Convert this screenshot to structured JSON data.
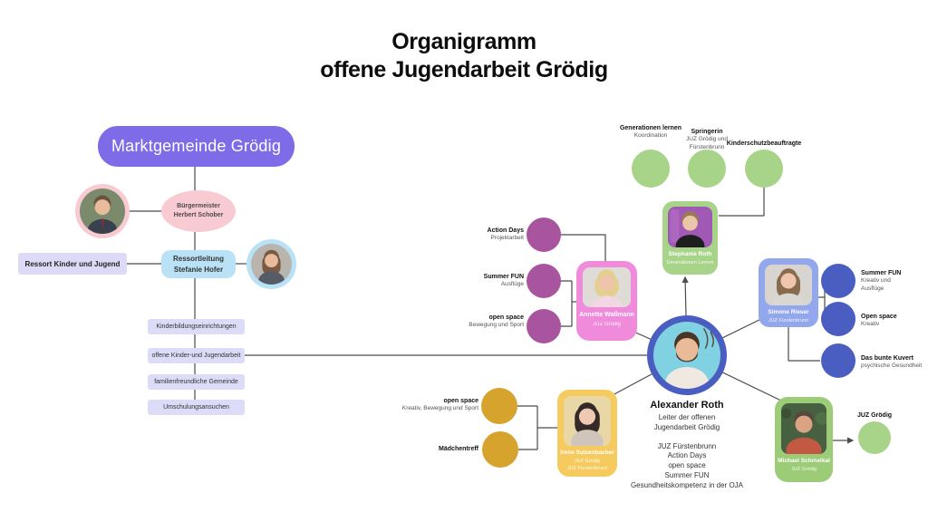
{
  "title": {
    "line1": "Organigramm",
    "line2": "offene Jugendarbeit Grödig"
  },
  "left_tree": {
    "municipality_label": "Marktgemeinde Grödig",
    "mayor_title": "Bürgermeister",
    "mayor_name": "Herbert Schober",
    "ressort_label": "Ressort Kinder und Jugend",
    "lead_title": "Ressortleitung",
    "lead_name": "Stefanie Hofer",
    "departments": [
      "Kinderbildungseinrichtungen",
      "offene Kinder-und Jugendarbeit",
      "familienfreundliche Gemeinde",
      "Umschulungsansuchen"
    ]
  },
  "top_roles": [
    {
      "title": "Generationen lernen",
      "subtitle": "Koordination"
    },
    {
      "title": "Springerin",
      "subtitle": "JUZ Grödig und Fürstenbrunn"
    },
    {
      "title": "Kinderschutzbeauftragte",
      "subtitle": ""
    }
  ],
  "leader": {
    "name": "Alexander Roth",
    "role_line1": "Leiter der offenen",
    "role_line2": "Jugendarbeit Grödig",
    "duties": [
      "JUZ Fürstenbrunn",
      "Action Days",
      "open space",
      "Summer FUN",
      "Gesundheitskompetenz in der OJA"
    ]
  },
  "staff": {
    "stephanie": {
      "name": "Stephanie Roth",
      "unit": "Generationen Lernen"
    },
    "annette": {
      "name": "Annette Wallmann",
      "unit": "JUZ Grödig"
    },
    "simone": {
      "name": "Simone Rieser",
      "unit": "JUZ Fürstenbrunn"
    },
    "irene": {
      "name": "Irene Sulzenbacher",
      "unit_line1": "JUZ Grödig",
      "unit_line2": "JUZ Fürstenbrunn"
    },
    "michael": {
      "name": "Michael Schmeikal",
      "unit": "JUZ Grödig"
    }
  },
  "programs": {
    "annette": [
      {
        "title": "Action Days",
        "subtitle": "Projektarbeit"
      },
      {
        "title": "Summer FUN",
        "subtitle": "Ausflüge"
      },
      {
        "title": "open space",
        "subtitle": "Bewegung und Sport"
      }
    ],
    "simone": [
      {
        "title": "Summer FUN",
        "subtitle": "Kreativ und Ausflüge"
      },
      {
        "title": "Open space",
        "subtitle": "Kreativ"
      },
      {
        "title": "Das bunte Kuvert",
        "subtitle": "psychische Gesundheit"
      }
    ],
    "irene": [
      {
        "title": "open space",
        "subtitle": "Kreativ, Bewegung und Sport"
      },
      {
        "title": "Mädchentreff",
        "subtitle": ""
      }
    ],
    "michael": [
      {
        "title": "JUZ Grödig",
        "subtitle": ""
      }
    ]
  },
  "colors": {
    "municipality_purple": "#7D6BE8",
    "mayor_pink": "#F8CBD3",
    "ressort_lavender": "#DDDAF7",
    "lead_lightblue": "#B9E2F7",
    "green": "#A7D489",
    "magenta": "#A9549E",
    "pink": "#F08BDC",
    "royal_blue": "#4A5EC1",
    "periwinkle": "#93A7ED",
    "gold": "#D6A32C",
    "gold_light": "#F5CB5F"
  }
}
